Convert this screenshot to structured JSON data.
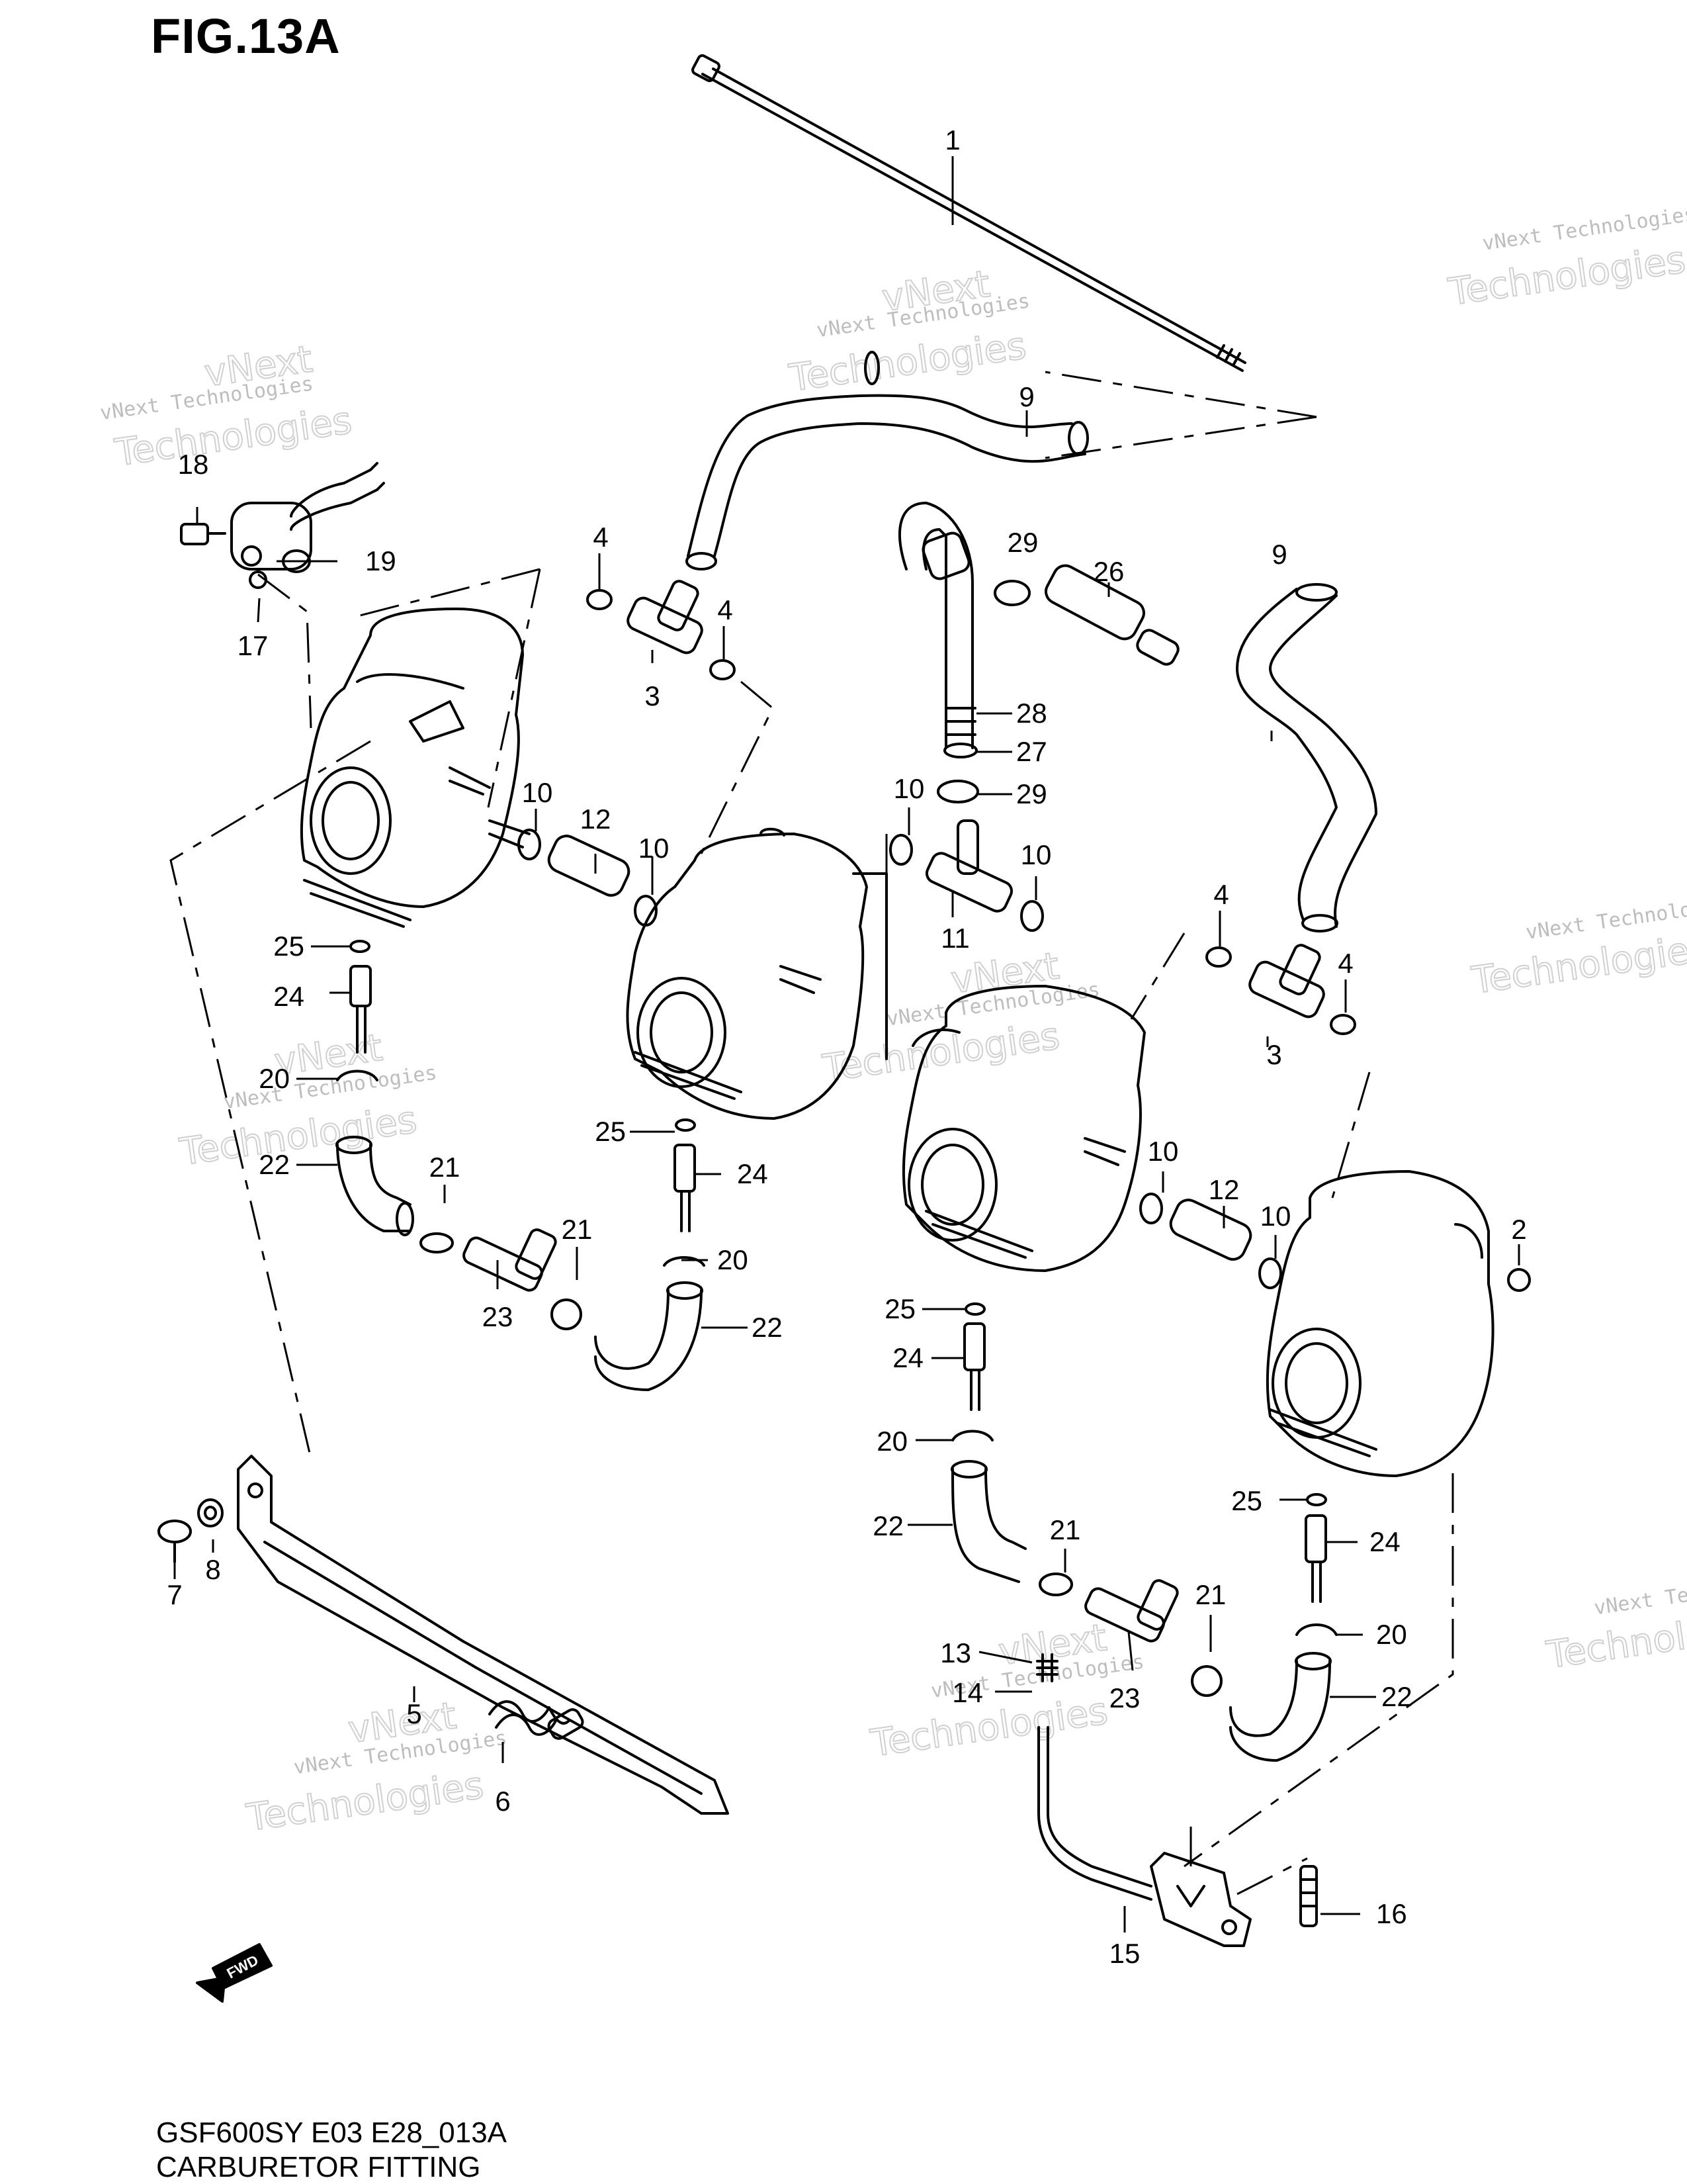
{
  "figure": {
    "title": "FIG.13A"
  },
  "footer": {
    "code": "GSF600SY E03 E28_013A",
    "name": "CARBURETOR FITTING"
  },
  "watermark": {
    "line1": "vNext Technologies",
    "line2": "Technologies",
    "line3": "vNext"
  },
  "fwd_label": "FWD",
  "callouts": [
    "1",
    "2",
    "3",
    "3",
    "4",
    "4",
    "4",
    "4",
    "5",
    "6",
    "7",
    "8",
    "9",
    "9",
    "10",
    "10",
    "10",
    "10",
    "10",
    "10",
    "11",
    "12",
    "12",
    "13",
    "14",
    "15",
    "16",
    "17",
    "18",
    "19",
    "20",
    "20",
    "20",
    "20",
    "21",
    "21",
    "21",
    "21",
    "22",
    "22",
    "22",
    "22",
    "23",
    "23",
    "24",
    "24",
    "24",
    "24",
    "25",
    "25",
    "25",
    "25",
    "26",
    "27",
    "28",
    "29",
    "29"
  ]
}
